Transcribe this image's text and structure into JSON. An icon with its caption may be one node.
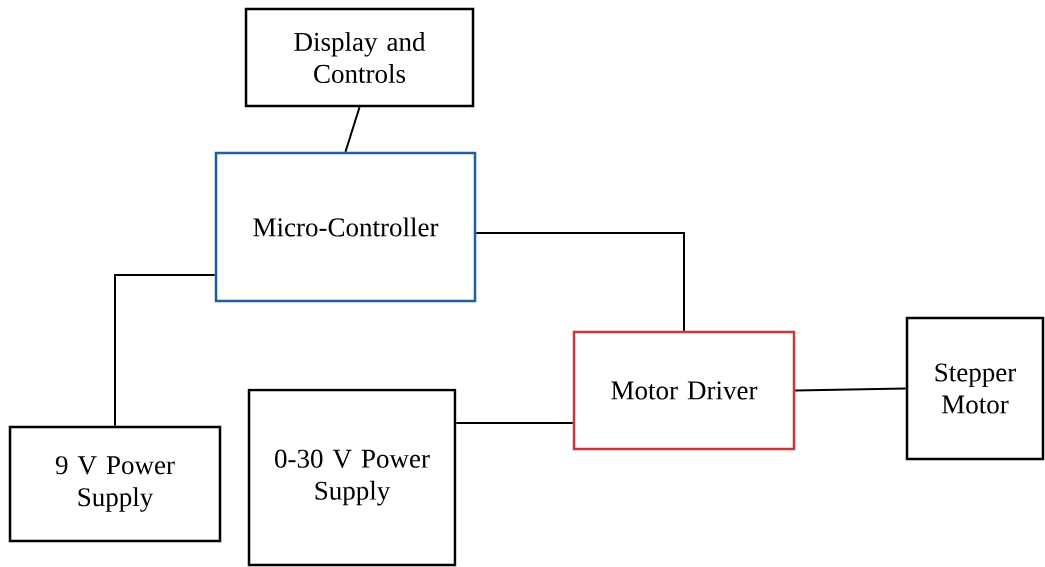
{
  "diagram": {
    "nodes": [
      {
        "text": [
          "Display and Controls"
        ]
      },
      {
        "text": [
          "Micro-Controller"
        ]
      },
      {
        "text": [
          "9 V Power Supply"
        ]
      },
      {
        "text": [
          "0-30 V Power Supply"
        ]
      },
      {
        "text": [
          "Motor Driver"
        ]
      },
      {
        "text": [
          "Stepper Motor"
        ]
      }
    ],
    "edges": [
      {
        "from": 0,
        "to": 1,
        "arrow": "none"
      },
      {
        "from": 1,
        "to": 2,
        "arrow": "none"
      },
      {
        "from": 1,
        "to": 4,
        "arrow": "none"
      },
      {
        "from": 3,
        "to": 4,
        "arrow": "none"
      },
      {
        "from": 4,
        "to": 5,
        "arrow": "none"
      }
    ]
  }
}
